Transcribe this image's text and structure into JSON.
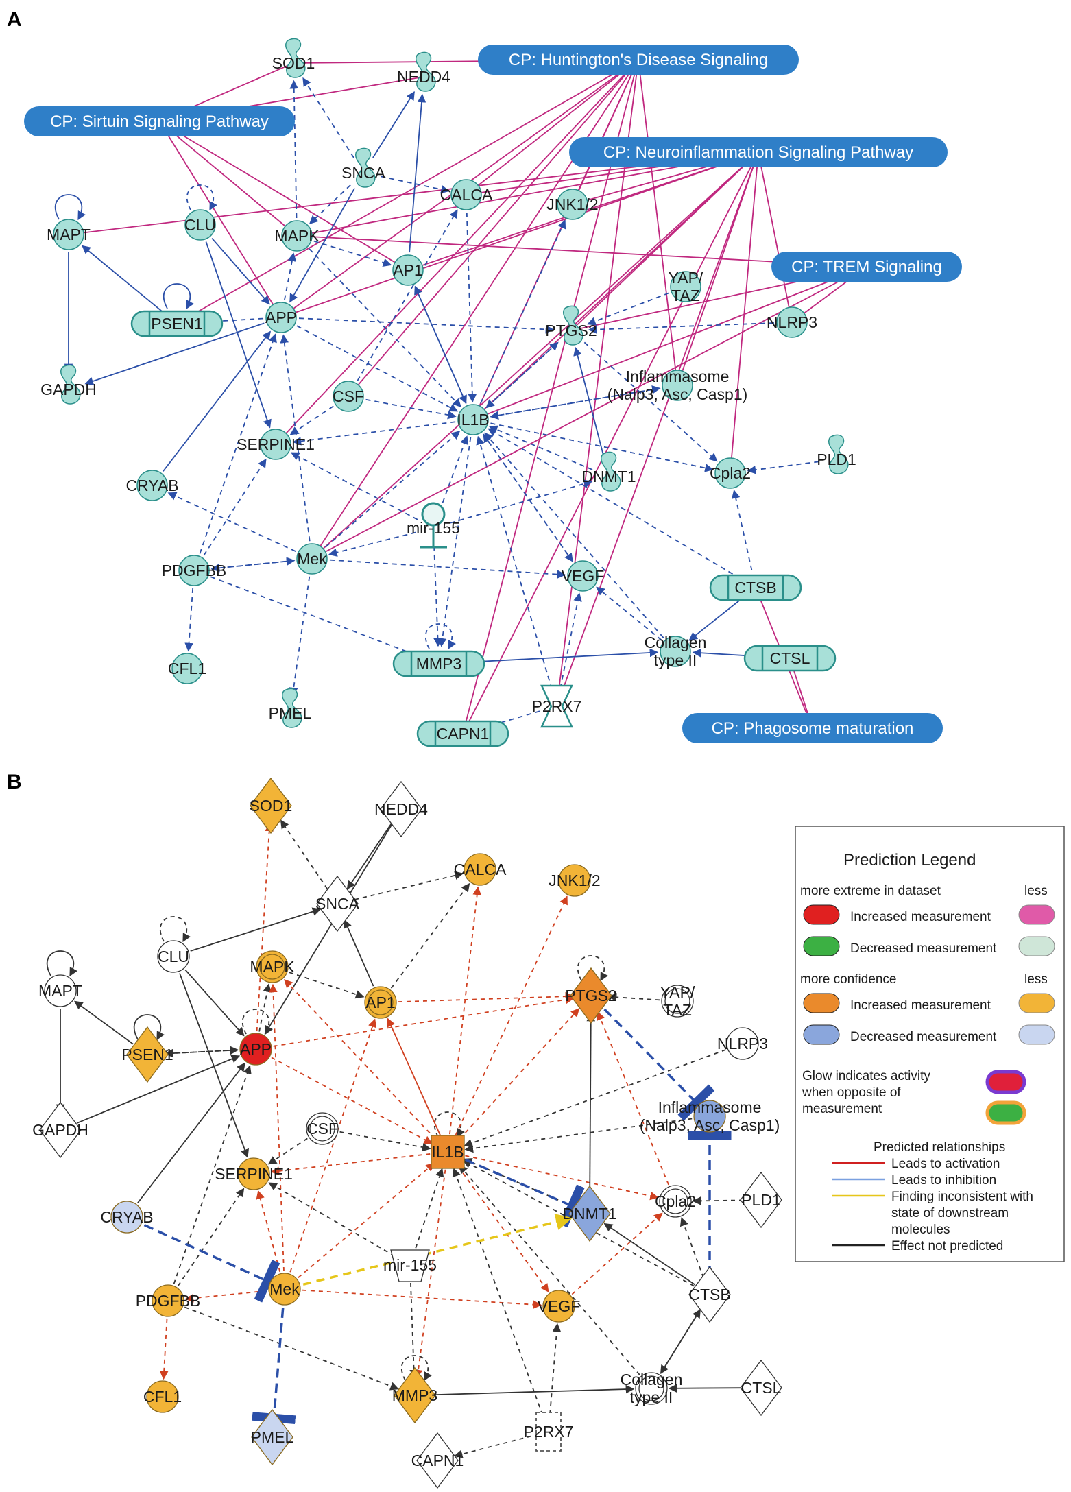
{
  "panels": [
    {
      "letter": "A"
    },
    {
      "letter": "B"
    }
  ],
  "colors": {
    "teal_fill": "#a8e0d8",
    "teal_stroke": "#2a8f8a",
    "cp_blue": "#2f7fc8",
    "edge_blue": "#2b4fa8",
    "edge_magenta": "#c0287f",
    "red": "#e02020",
    "orange_dark": "#ea8a2c",
    "orange_light": "#f2b437",
    "blue_dark": "#8aa6dc",
    "blue_light": "#c9d6f0",
    "pink_light": "#e05aa8",
    "green": "#3cb043",
    "green_light": "#cfe6d8",
    "edge_red": "#d04020",
    "edge_yellow": "#e6c61a",
    "edge_gray": "#333333"
  },
  "panelA": {
    "canonical_pathways": [
      {
        "id": "hd",
        "label": "CP: Huntington's Disease Signaling"
      },
      {
        "id": "sirt",
        "label": "CP: Sirtuin Signaling Pathway"
      },
      {
        "id": "neuro",
        "label": "CP: Neuroinflammation Signaling Pathway"
      },
      {
        "id": "trem",
        "label": "CP: TREM Signaling"
      },
      {
        "id": "phago",
        "label": "CP:  Phagosome maturation"
      }
    ],
    "nodes": [
      {
        "id": "SOD1",
        "label": "SOD1",
        "shape": "enzyme"
      },
      {
        "id": "NEDD4",
        "label": "NEDD4",
        "shape": "enzyme"
      },
      {
        "id": "SNCA",
        "label": "SNCA",
        "shape": "enzyme"
      },
      {
        "id": "CALCA",
        "label": "CALCA",
        "shape": "circle"
      },
      {
        "id": "JNK",
        "label": "JNK1/2",
        "shape": "circle"
      },
      {
        "id": "MAPT",
        "label": "MAPT",
        "shape": "circle"
      },
      {
        "id": "CLU",
        "label": "CLU",
        "shape": "circle"
      },
      {
        "id": "MAPK",
        "label": "MAPK",
        "shape": "circle"
      },
      {
        "id": "AP1",
        "label": "AP1",
        "shape": "circle"
      },
      {
        "id": "YAP",
        "label": "YAP/\nTAZ",
        "shape": "circle"
      },
      {
        "id": "PSEN1",
        "label": "PSEN1",
        "shape": "peptidase"
      },
      {
        "id": "APP",
        "label": "APP",
        "shape": "circle"
      },
      {
        "id": "PTGS2",
        "label": "PTGS2",
        "shape": "enzyme"
      },
      {
        "id": "NLRP3",
        "label": "NLRP3",
        "shape": "circle"
      },
      {
        "id": "GAPDH",
        "label": "GAPDH",
        "shape": "enzyme"
      },
      {
        "id": "INFL",
        "label": "Inflammasome\n(Nalp3, Asc, Casp1)",
        "shape": "circle"
      },
      {
        "id": "CSF",
        "label": "CSF",
        "shape": "circle"
      },
      {
        "id": "IL1B",
        "label": "IL1B",
        "shape": "circle"
      },
      {
        "id": "SERPINE1",
        "label": "SERPINE1",
        "shape": "circle"
      },
      {
        "id": "CPLA2",
        "label": "Cpla2",
        "shape": "circle"
      },
      {
        "id": "PLD1",
        "label": "PLD1",
        "shape": "enzyme"
      },
      {
        "id": "CRYAB",
        "label": "CRYAB",
        "shape": "circle"
      },
      {
        "id": "DNMT1",
        "label": "DNMT1",
        "shape": "enzyme"
      },
      {
        "id": "MIR155",
        "label": "mir-155",
        "shape": "mirna"
      },
      {
        "id": "PDGFBB",
        "label": "PDGFBB",
        "shape": "circle"
      },
      {
        "id": "MEK",
        "label": "Mek",
        "shape": "circle"
      },
      {
        "id": "VEGF",
        "label": "VEGF",
        "shape": "circle"
      },
      {
        "id": "CTSB",
        "label": "CTSB",
        "shape": "peptidase"
      },
      {
        "id": "CFL1",
        "label": "CFL1",
        "shape": "circle"
      },
      {
        "id": "MMP3",
        "label": "MMP3",
        "shape": "peptidase"
      },
      {
        "id": "COLL",
        "label": "Collagen\ntype II",
        "shape": "circle"
      },
      {
        "id": "CTSL",
        "label": "CTSL",
        "shape": "peptidase"
      },
      {
        "id": "PMEL",
        "label": "PMEL",
        "shape": "enzyme"
      },
      {
        "id": "P2RX7",
        "label": "P2RX7",
        "shape": "channel"
      },
      {
        "id": "CAPN1",
        "label": "CAPN1",
        "shape": "peptidase"
      }
    ]
  },
  "panelB": {
    "nodes": [
      {
        "id": "SOD1",
        "label": "SOD1",
        "shape": "diamond",
        "fill": "orange_light"
      },
      {
        "id": "NEDD4",
        "label": "NEDD4",
        "shape": "diamond",
        "fill": "none"
      },
      {
        "id": "SNCA",
        "label": "SNCA",
        "shape": "diamond",
        "fill": "none"
      },
      {
        "id": "CALCA",
        "label": "CALCA",
        "shape": "circle",
        "fill": "orange_light"
      },
      {
        "id": "JNK",
        "label": "JNK1/2",
        "shape": "circle",
        "fill": "orange_light"
      },
      {
        "id": "CLU",
        "label": "CLU",
        "shape": "circle",
        "fill": "none"
      },
      {
        "id": "MAPK",
        "label": "MAPK",
        "shape": "dcircle",
        "fill": "orange_light"
      },
      {
        "id": "AP1",
        "label": "AP1",
        "shape": "dcircle",
        "fill": "orange_light"
      },
      {
        "id": "PTGS2",
        "label": "PTGS2",
        "shape": "diamond",
        "fill": "orange_dark"
      },
      {
        "id": "YAP",
        "label": "YAP/\nTAZ",
        "shape": "dcircle",
        "fill": "none"
      },
      {
        "id": "MAPT",
        "label": "MAPT",
        "shape": "circle",
        "fill": "none"
      },
      {
        "id": "PSEN1",
        "label": "PSEN1",
        "shape": "diamond",
        "fill": "orange_light"
      },
      {
        "id": "APP",
        "label": "APP",
        "shape": "circle",
        "fill": "red"
      },
      {
        "id": "NLRP3",
        "label": "NLRP3",
        "shape": "circle",
        "fill": "none"
      },
      {
        "id": "INFL",
        "label": "Inflammasome\n(Nalp3, Asc, Casp1)",
        "shape": "circle",
        "fill": "blue_dark"
      },
      {
        "id": "GAPDH",
        "label": "GAPDH",
        "shape": "diamond",
        "fill": "none"
      },
      {
        "id": "CSF",
        "label": "CSF",
        "shape": "dcircle",
        "fill": "none"
      },
      {
        "id": "IL1B",
        "label": "IL1B",
        "shape": "square",
        "fill": "orange_dark"
      },
      {
        "id": "SERPINE1",
        "label": "SERPINE1",
        "shape": "circle",
        "fill": "orange_light"
      },
      {
        "id": "CPLA2",
        "label": "Cpla2",
        "shape": "dcircle",
        "fill": "none"
      },
      {
        "id": "PLD1",
        "label": "PLD1",
        "shape": "diamond",
        "fill": "none"
      },
      {
        "id": "CRYAB",
        "label": "CRYAB",
        "shape": "circle",
        "fill": "blue_light"
      },
      {
        "id": "DNMT1",
        "label": "DNMT1",
        "shape": "diamond",
        "fill": "blue_dark"
      },
      {
        "id": "MIR155",
        "label": "mir-155",
        "shape": "trapezoid",
        "fill": "none"
      },
      {
        "id": "CTSB",
        "label": "CTSB",
        "shape": "diamond",
        "fill": "none"
      },
      {
        "id": "PDGFBB",
        "label": "PDGFBB",
        "shape": "circle",
        "fill": "orange_light"
      },
      {
        "id": "MEK",
        "label": "Mek",
        "shape": "circle",
        "fill": "orange_light"
      },
      {
        "id": "VEGF",
        "label": "VEGF",
        "shape": "circle",
        "fill": "orange_light"
      },
      {
        "id": "CFL1",
        "label": "CFL1",
        "shape": "circle",
        "fill": "orange_light"
      },
      {
        "id": "MMP3",
        "label": "MMP3",
        "shape": "diamond",
        "fill": "orange_light"
      },
      {
        "id": "COLL",
        "label": "Collagen\ntype II",
        "shape": "dcircle",
        "fill": "none"
      },
      {
        "id": "CTSL",
        "label": "CTSL",
        "shape": "diamond",
        "fill": "none"
      },
      {
        "id": "PMEL",
        "label": "PMEL",
        "shape": "diamond",
        "fill": "blue_light"
      },
      {
        "id": "P2RX7",
        "label": "P2RX7",
        "shape": "dashsquare",
        "fill": "none"
      },
      {
        "id": "CAPN1",
        "label": "CAPN1",
        "shape": "diamond",
        "fill": "none"
      }
    ],
    "legend": {
      "title": "Prediction Legend",
      "extreme_header": "more extreme in dataset",
      "less1": "less",
      "inc_meas": "Increased measurement",
      "dec_meas": "Decreased measurement",
      "confidence_header": "more confidence",
      "less2": "less",
      "inc_meas2": "Increased measurement",
      "dec_meas2": "Decreased measurement",
      "glow_1": "Glow indicates activity",
      "glow_2": "when opposite of",
      "glow_3": "measurement",
      "rel_title": "Predicted relationships",
      "rel_activation": "Leads to activation",
      "rel_inhibition": "Leads to inhibition",
      "rel_inconsistent_1": "Finding inconsistent with",
      "rel_inconsistent_2": "state of downstream",
      "rel_inconsistent_3": "molecules",
      "rel_not_predicted": "Effect not predicted"
    }
  }
}
